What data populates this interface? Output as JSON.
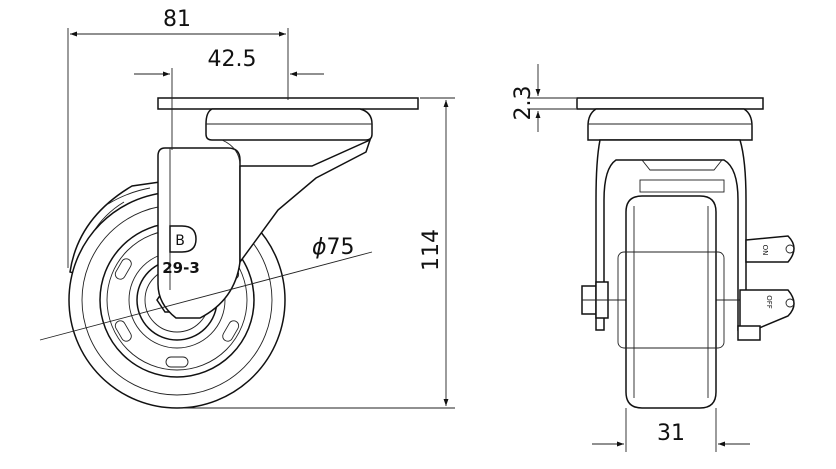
{
  "dimensions": {
    "overall_width": "81",
    "plate_offset": "42.5",
    "wheel_diameter": "75",
    "diameter_symbol": "ϕ",
    "overall_height": "114",
    "plate_thickness": "2.3",
    "wheel_width": "31"
  },
  "labels": {
    "logo": "B",
    "model": "29-3",
    "lever_on": "ON",
    "lever_off": "OFF"
  }
}
